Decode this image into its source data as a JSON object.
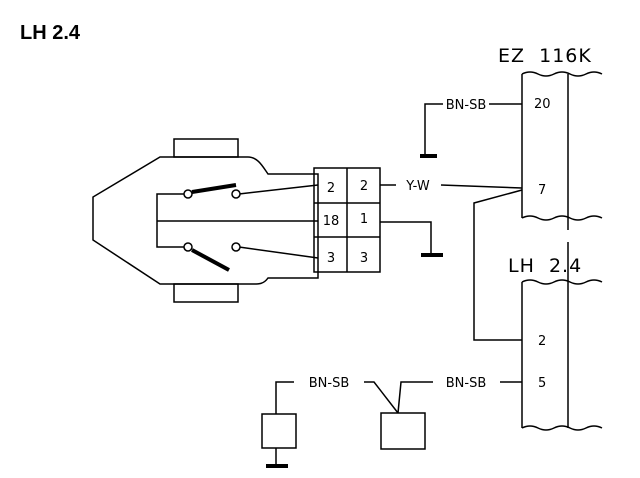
{
  "title": "LH 2.4",
  "modules": {
    "ez": {
      "name": "EZ  116K",
      "pins": {
        "p20": "20",
        "p7": "7"
      }
    },
    "lh": {
      "name": "LH  2.4",
      "pins": {
        "p2": "2",
        "p5": "5"
      }
    }
  },
  "connector": {
    "left": {
      "r1": "2",
      "r2": "18",
      "r3": "3"
    },
    "right": {
      "r1": "2",
      "r2": "1",
      "r3": "3"
    }
  },
  "wires": {
    "top": "BN-SB",
    "yw": "Y-W",
    "bottom_right": "BN-SB",
    "bottom_left": "BN-SB"
  }
}
